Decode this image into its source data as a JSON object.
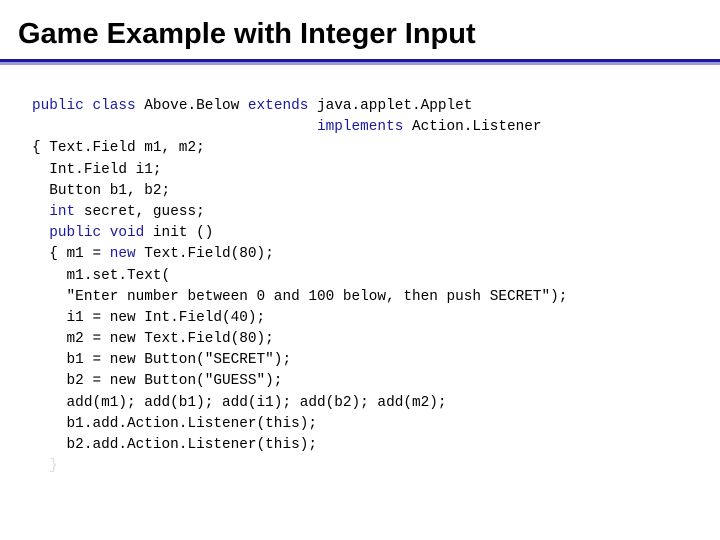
{
  "slide": {
    "title": "Game Example with Integer Input"
  },
  "code": {
    "lines": [
      [
        {
          "t": "public class",
          "kw": true
        },
        {
          "t": " Above.Below "
        },
        {
          "t": "extends",
          "kw": true
        },
        {
          "t": " java.applet.Applet"
        }
      ],
      [
        {
          "t": "                                 "
        },
        {
          "t": "implements",
          "kw": true
        },
        {
          "t": " Action.Listener"
        }
      ],
      [
        {
          "t": "{ Text.Field m1, m2;"
        }
      ],
      [
        {
          "t": "  Int.Field i1;"
        }
      ],
      [
        {
          "t": "  Button b1, b2;"
        }
      ],
      [
        {
          "t": "  "
        },
        {
          "t": "int",
          "kw": true
        },
        {
          "t": " secret, guess;"
        }
      ],
      [
        {
          "t": "  "
        },
        {
          "t": "public void",
          "kw": true
        },
        {
          "t": " init ()"
        }
      ],
      [
        {
          "t": "  { m1 = "
        },
        {
          "t": "new",
          "kw": true
        },
        {
          "t": " Text.Field(80);"
        }
      ],
      [
        {
          "t": "    m1.set.Text("
        }
      ],
      [
        {
          "t": "    \"Enter number between 0 and 100 below, then push SECRET\");"
        }
      ],
      [
        {
          "t": "    i1 = new Int.Field(40);"
        }
      ],
      [
        {
          "t": "    m2 = new Text.Field(80);"
        }
      ],
      [
        {
          "t": "    b1 = new Button(\"SECRET\");"
        }
      ],
      [
        {
          "t": "    b2 = new Button(\"GUESS\");"
        }
      ],
      [
        {
          "t": "    add(m1); add(b1); add(i1); add(b2); add(m2);"
        }
      ],
      [
        {
          "t": "    b1.add.Action.Listener(this);"
        }
      ],
      [
        {
          "t": "    b2.add.Action.Listener(this);"
        }
      ],
      [
        {
          "t": "  }",
          "faint": true
        }
      ]
    ]
  },
  "colors": {
    "keyword": "#1a1aa0",
    "rule": "#1a1aa0",
    "text": "#000000"
  }
}
